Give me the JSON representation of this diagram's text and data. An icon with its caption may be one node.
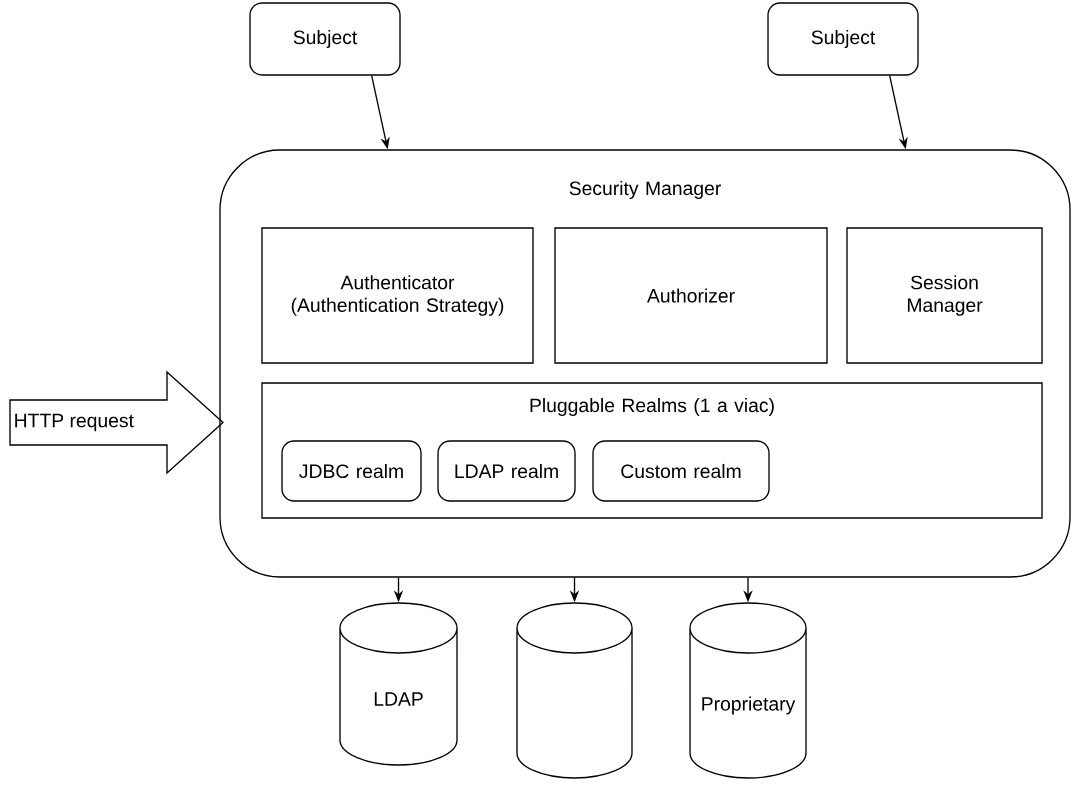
{
  "diagram": {
    "nodes": [
      {
        "text": [
          "Subject"
        ]
      },
      {
        "text": [
          "Subject"
        ]
      },
      {
        "text": [
          "Security Manager"
        ]
      },
      {
        "text": [
          "Authenticator (Authentication Strategy)"
        ],
        "in": 2
      },
      {
        "text": [
          "Authorizer"
        ],
        "in": 2
      },
      {
        "text": [
          "Session Manager"
        ],
        "in": 2
      },
      {
        "text": [
          "Pluggable Realms (1 a viac)"
        ],
        "in": 2
      },
      {
        "text": [
          "JDBC realm"
        ],
        "in": 6
      },
      {
        "text": [
          "LDAP realm"
        ],
        "in": 6
      },
      {
        "text": [
          "Custom realm"
        ],
        "in": 6
      },
      {
        "text": [
          "LDAP"
        ]
      },
      {
        "text": [],
        "shape": "cylinder"
      },
      {
        "text": [
          "Proprietary"
        ]
      },
      {
        "text": [
          "HTTP request"
        ]
      }
    ],
    "edges": [
      {
        "from": 0,
        "to": 2,
        "arrow": "to"
      },
      {
        "from": 1,
        "to": 2,
        "arrow": "to"
      },
      {
        "from": 2,
        "to": 10,
        "arrow": "to"
      },
      {
        "from": 2,
        "to": 11,
        "arrow": "to"
      },
      {
        "from": 2,
        "to": 12,
        "arrow": "to"
      }
    ]
  }
}
